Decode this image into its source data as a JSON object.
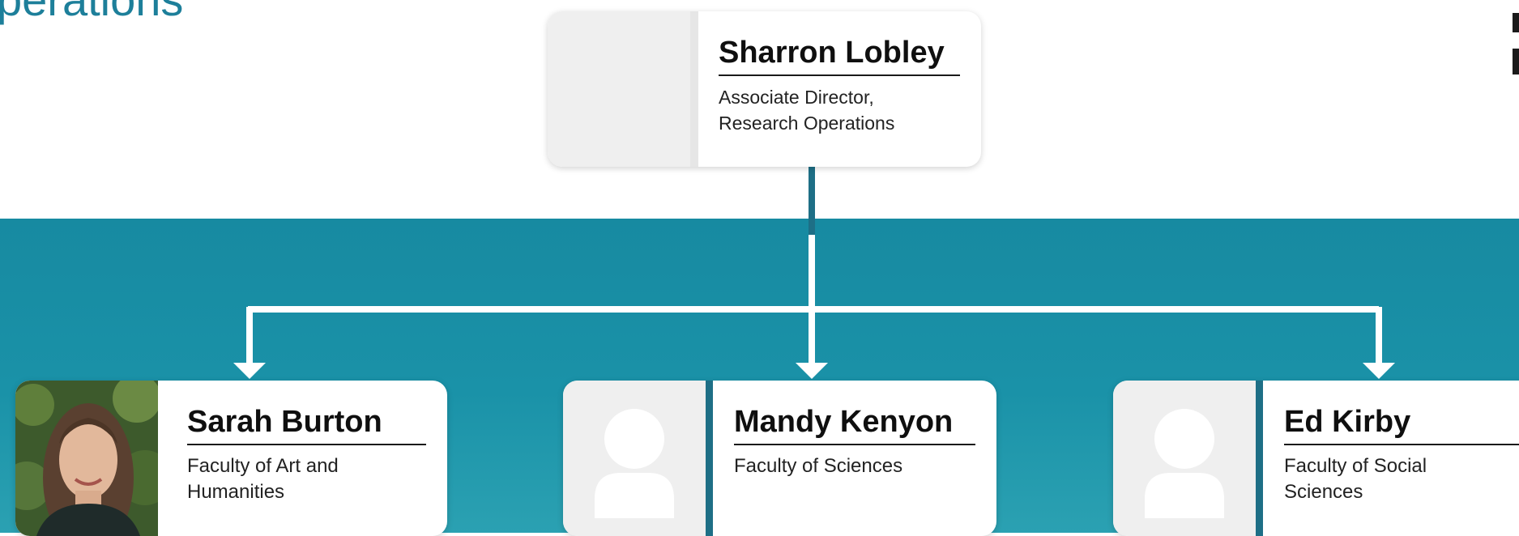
{
  "heading": "perations",
  "manager": {
    "name": "Sharron Lobley",
    "role": "Associate Director,\nResearch Operations"
  },
  "reports": [
    {
      "name": "Sarah Burton",
      "role": "Faculty of Art and\nHumanities",
      "photo": "portrait-photo"
    },
    {
      "name": "Mandy Kenyon",
      "role": "Faculty of Sciences",
      "photo": "person-placeholder-icon"
    },
    {
      "name": "Ed Kirby",
      "role": "Faculty of Social\nSciences",
      "photo": "person-placeholder-icon"
    }
  ],
  "colors": {
    "heading": "#1d7f9a",
    "band": "#178aa1",
    "accent": "#1e6f86",
    "card": "#ffffff",
    "photo_placeholder": "#efefef"
  }
}
